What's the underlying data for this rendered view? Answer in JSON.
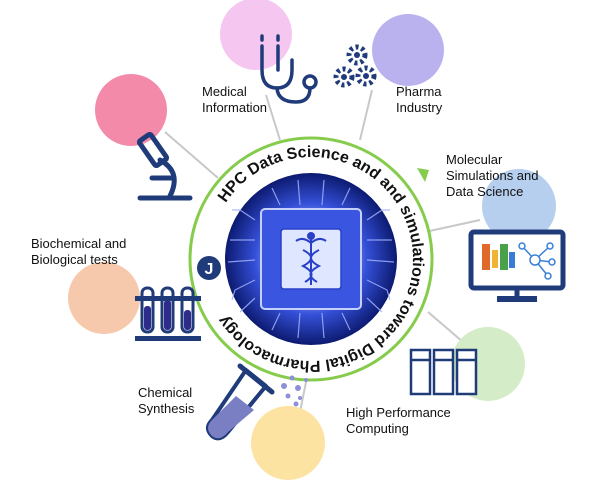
{
  "ring_text": "HPC Data Science and and simulations toward Digital Pharmacology",
  "topics": [
    {
      "id": "medical",
      "label": "Medical\nInformation",
      "color": "#f4c6f0",
      "icon": "stethoscope-icon"
    },
    {
      "id": "pharma",
      "label": "Pharma\nIndustry",
      "color": "#b9b2ef",
      "icon": "gears-icon"
    },
    {
      "id": "molecular",
      "label": "Molecular\nSimulations and\nData Science",
      "color": "#b7cfee",
      "icon": "monitor-molecule-icon"
    },
    {
      "id": "hpc",
      "label": "High Performance\nComputing",
      "color": "#d5ecc8",
      "icon": "server-rack-icon"
    },
    {
      "id": "synthesis",
      "label": "Chemical\nSynthesis",
      "color": "#fce3a2",
      "icon": "test-tube-icon"
    },
    {
      "id": "biochemical",
      "label": "Biochemical and\nBiological tests",
      "color": "#f6c9ad",
      "icon": "test-tube-rack-icon"
    },
    {
      "id": "lab",
      "label": "",
      "color": "#f38aaa",
      "icon": "microscope-icon"
    }
  ],
  "colors": {
    "ring": "#86cc4c",
    "icon": "#1f3b7a",
    "connector": "#c8c8c8",
    "chip_center": "#2a40c8"
  }
}
